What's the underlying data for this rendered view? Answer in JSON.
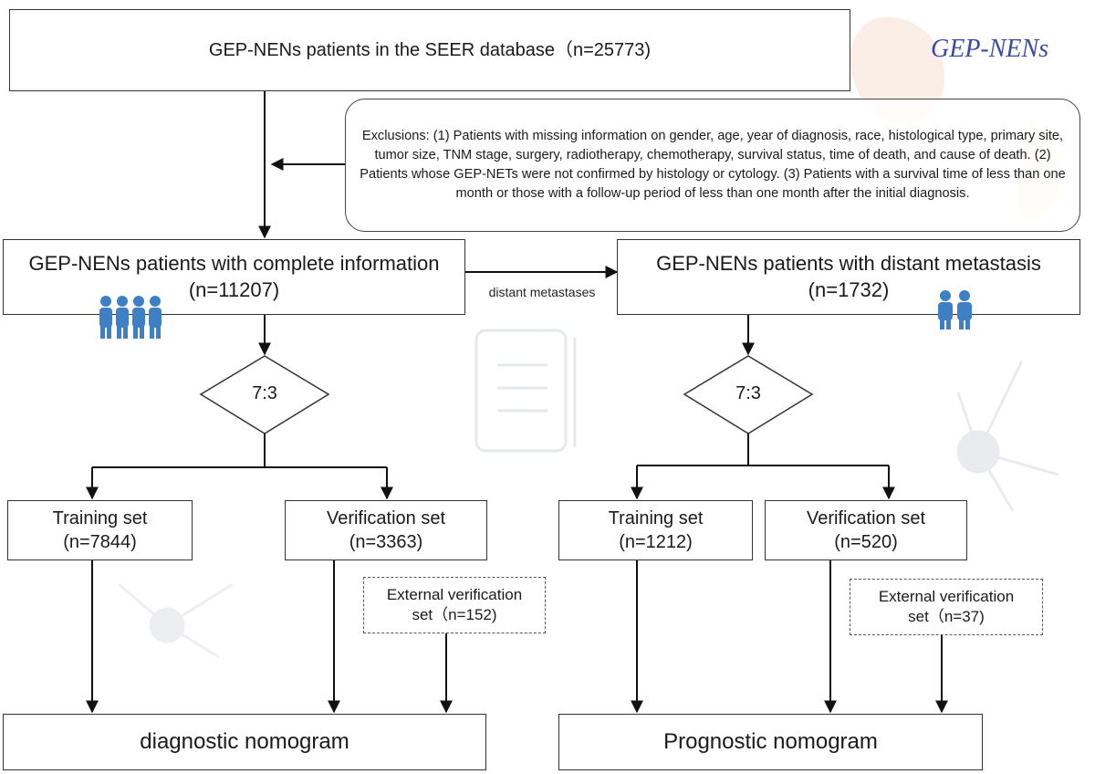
{
  "brand": "GEP-NENs",
  "source_box": "GEP-NENs patients in the SEER database（n=25773)",
  "exclusions": "Exclusions: (1) Patients with missing information on gender, age, year of diagnosis, race, histological type, primary site, tumor size, TNM stage, surgery, radiotherapy, chemotherapy, survival status, time of death, and cause of death. (2) Patients whose GEP-NETs were not confirmed by histology or cytology. (3) Patients with a survival time of less than one month or those with a follow-up period of less than one month after the initial diagnosis.",
  "left_branch": {
    "title": "GEP-NENs patients with complete information",
    "count": "(n=11207)",
    "split": "7:3",
    "training": {
      "label": "Training set",
      "count": "(n=7844)"
    },
    "verification": {
      "label": "Verification set",
      "count": "(n=3363)"
    },
    "external": {
      "label": "External verification",
      "count": "set（n=152)"
    },
    "result": "diagnostic nomogram"
  },
  "edge_label": "distant metastases",
  "right_branch": {
    "title": "GEP-NENs patients with distant metastasis",
    "count": "(n=1732)",
    "split": "7:3",
    "training": {
      "label": "Training set",
      "count": "(n=1212)"
    },
    "verification": {
      "label": "Verification set",
      "count": "(n=520)"
    },
    "external": {
      "label": "External verification",
      "count": "set（n=37)"
    },
    "result": "Prognostic nomogram"
  },
  "colors": {
    "people_icon": "#3f7fc4",
    "watermark": "#c9cfd8",
    "brand": "#3a4aa8"
  }
}
